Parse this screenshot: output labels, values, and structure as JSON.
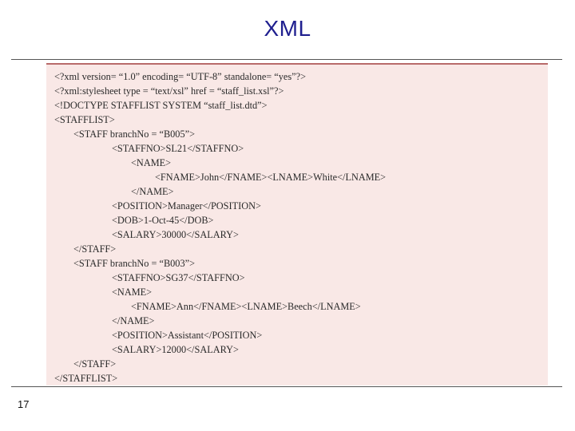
{
  "slide": {
    "title": "XML",
    "page_number": "17"
  },
  "code_lines": [
    {
      "indent": 0,
      "text": "<?xml version= “1.0” encoding= “UTF-8” standalone= “yes”?>"
    },
    {
      "indent": 0,
      "text": "<?xml:stylesheet type = “text/xsl” href = “staff_list.xsl”?>"
    },
    {
      "indent": 0,
      "text": "<!DOCTYPE STAFFLIST SYSTEM “staff_list.dtd”>"
    },
    {
      "indent": 0,
      "text": "<STAFFLIST>"
    },
    {
      "indent": 1,
      "text": "<STAFF branchNo = “B005”>"
    },
    {
      "indent": 3,
      "text": "<STAFFNO>SL21</STAFFNO>"
    },
    {
      "indent": 4,
      "text": "<NAME>"
    },
    {
      "indent": 5,
      "text": "<FNAME>John</FNAME><LNAME>White</LNAME>"
    },
    {
      "indent": 4,
      "text": "</NAME>"
    },
    {
      "indent": 3,
      "text": "<POSITION>Manager</POSITION>"
    },
    {
      "indent": 3,
      "text": "<DOB>1-Oct-45</DOB>"
    },
    {
      "indent": 3,
      "text": "<SALARY>30000</SALARY>"
    },
    {
      "indent": 1,
      "text": "</STAFF>"
    },
    {
      "indent": 1,
      "text": "<STAFF branchNo = “B003”>"
    },
    {
      "indent": 3,
      "text": "<STAFFNO>SG37</STAFFNO>"
    },
    {
      "indent": 3,
      "text": "<NAME>"
    },
    {
      "indent": 4,
      "text": "<FNAME>Ann</FNAME><LNAME>Beech</LNAME>"
    },
    {
      "indent": 3,
      "text": "</NAME>"
    },
    {
      "indent": 3,
      "text": "<POSITION>Assistant</POSITION>"
    },
    {
      "indent": 3,
      "text": "<SALARY>12000</SALARY>"
    },
    {
      "indent": 1,
      "text": "</STAFF>"
    },
    {
      "indent": 0,
      "text": "</STAFFLIST>"
    }
  ]
}
